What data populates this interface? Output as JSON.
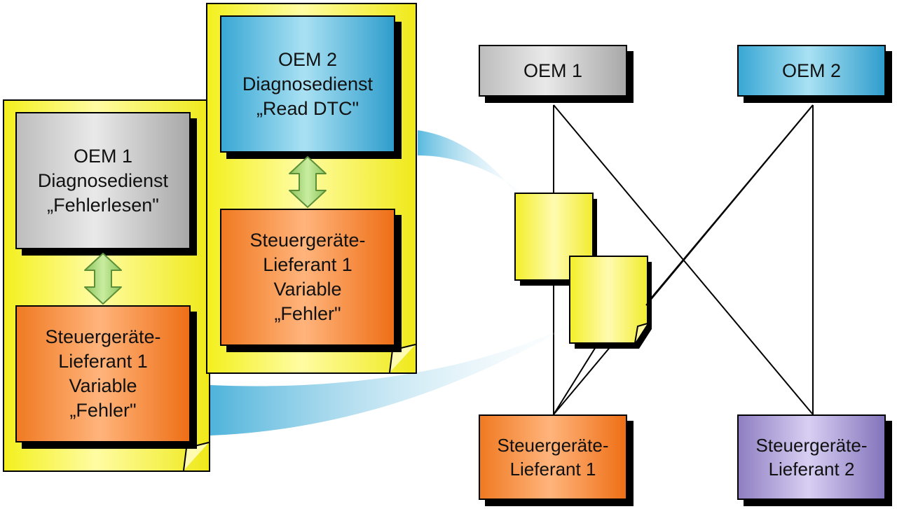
{
  "left_group": {
    "oem_service": [
      "OEM 1",
      "Diagnosedienst",
      "„Fehlerlesen\""
    ],
    "supplier": [
      "Steuergeräte-",
      "Lieferant 1",
      "Variable",
      "„Fehler\""
    ]
  },
  "middle_group": {
    "oem_service": [
      "OEM 2",
      "Diagnosedienst",
      "„Read DTC\""
    ],
    "supplier": [
      "Steuergeräte-",
      "Lieferant 1",
      "Variable",
      "„Fehler\""
    ]
  },
  "network": {
    "oem1": "OEM 1",
    "oem2": "OEM 2",
    "supplier1": [
      "Steuergeräte-",
      "Lieferant 1"
    ],
    "supplier2": [
      "Steuergeräte-",
      "Lieferant 2"
    ]
  },
  "colors": {
    "gray": "#bdbdbd",
    "blue": "#39a7d4",
    "orange": "#f07a22",
    "purple": "#8f7fc2",
    "yellow": "#f3f01e",
    "arrow_green": "#a6d66b",
    "connector_blue": "#58b9df"
  }
}
